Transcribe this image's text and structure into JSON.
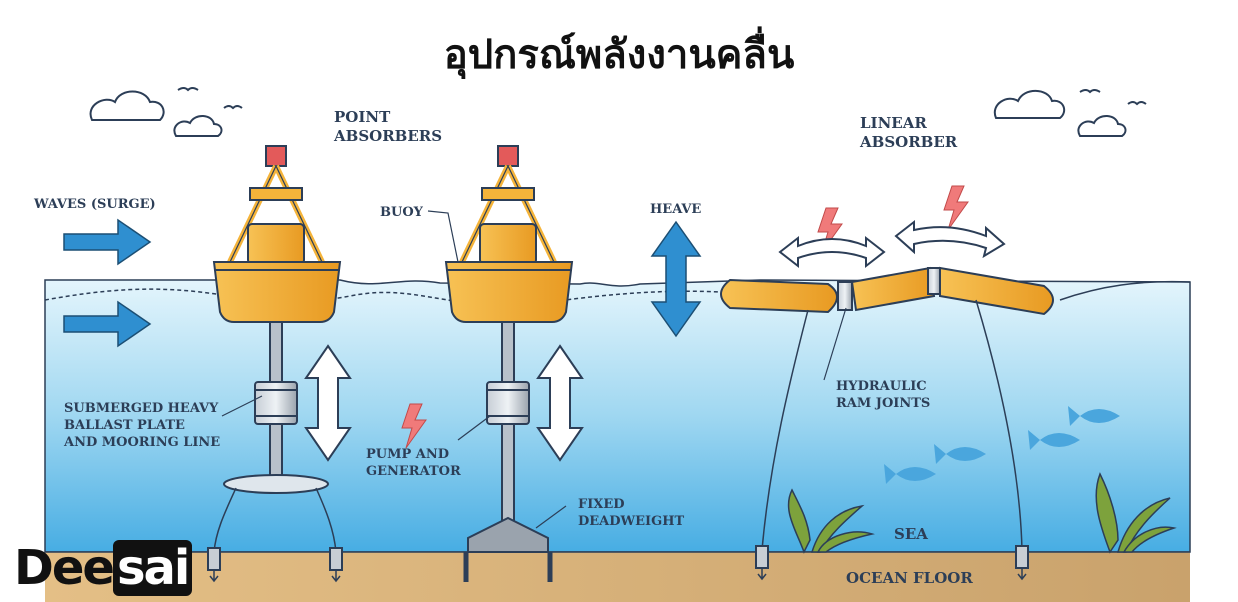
{
  "title": "อุปกรณ์พลังงานคลื่น",
  "labels": {
    "point_absorbers": "POINT\nABSORBERS",
    "linear_absorber": "LINEAR\nABSORBER",
    "waves_surge": "WAVES (SURGE)",
    "buoy": "BUOY",
    "heave": "HEAVE",
    "ballast": "SUBMERGED HEAVY\nBALLAST PLATE\nAND MOORING LINE",
    "pump_generator": "PUMP AND\nGENERATOR",
    "fixed_deadweight": "FIXED\nDEADWEIGHT",
    "hydraulic": "HYDRAULIC\nRAM JOINTS",
    "sea": "SEA",
    "ocean_floor": "OCEAN FLOOR"
  },
  "brand": {
    "prefix": "Dee",
    "highlight": "sai"
  },
  "colors": {
    "sea_top": "#dff3fb",
    "sea_bottom": "#4fb3e6",
    "floor": "#d9b27a",
    "buoy": "#f5b43a",
    "arrow_blue": "#2f8fd0",
    "bolt": "#f07a7a",
    "text": "#2c3e57",
    "fish": "#4aa6dd",
    "weed": "#7da23c"
  }
}
